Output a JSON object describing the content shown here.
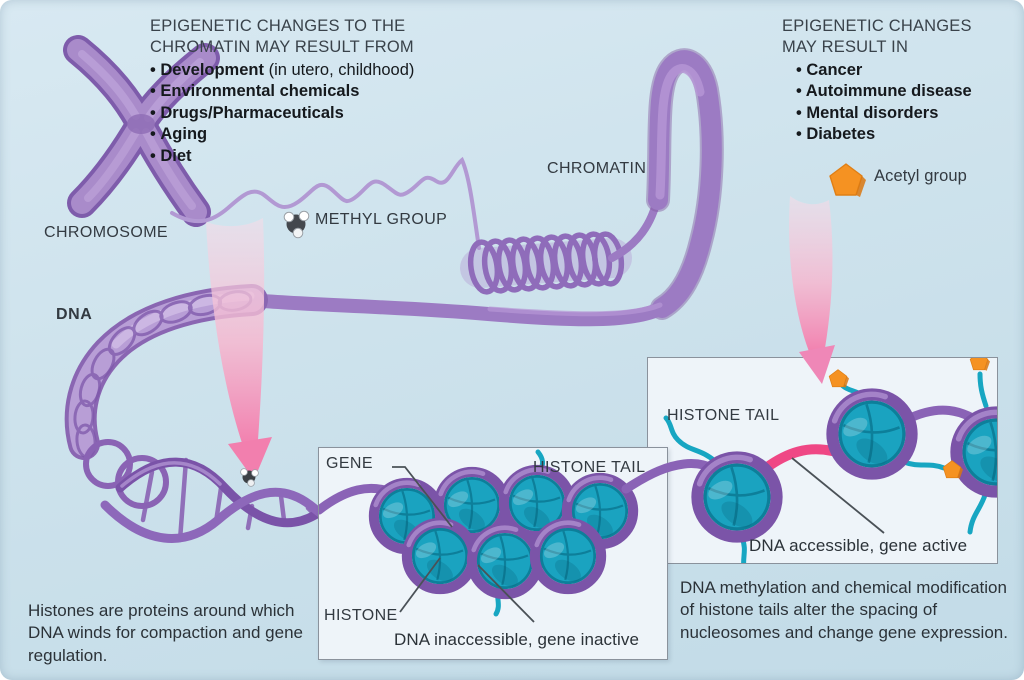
{
  "left_panel": {
    "heading_line1": "EPIGENETIC CHANGES TO THE",
    "heading_line2": "CHROMATIN MAY RESULT FROM",
    "bullets": [
      {
        "bold": "Development",
        "rest": " (in utero, childhood)"
      },
      {
        "bold": "Environmental chemicals",
        "rest": ""
      },
      {
        "bold": "Drugs/Pharmaceuticals",
        "rest": ""
      },
      {
        "bold": "Aging",
        "rest": ""
      },
      {
        "bold": "Diet",
        "rest": ""
      }
    ]
  },
  "right_panel": {
    "heading_line1": "EPIGENETIC CHANGES",
    "heading_line2": "MAY RESULT IN",
    "bullets": [
      "Cancer",
      "Autoimmune disease",
      "Mental disorders",
      "Diabetes"
    ]
  },
  "labels": {
    "chromosome": "CHROMOSOME",
    "chromatin": "CHROMATIN",
    "methyl_group": "METHYL GROUP",
    "dna": "DNA",
    "acetyl_group": "Acetyl group",
    "gene": "GENE",
    "histone": "HISTONE",
    "histone_tail_center": "HISTONE TAIL",
    "histone_tail_right": "HISTONE TAIL"
  },
  "inactive_box": {
    "caption": "DNA inaccessible, gene inactive"
  },
  "active_box": {
    "caption": "DNA accessible, gene active"
  },
  "captions": {
    "bottom_left": "Histones are proteins around which DNA winds for compaction and gene regulation.",
    "bottom_right": "DNA methylation and chemical modification of histone tails alter the spacing of nucleosomes and change gene expression."
  },
  "icons": {
    "methyl_icon": "gray-white molecule spheres",
    "acetyl_icon": "orange pentagon"
  },
  "colors": {
    "background": "#cde2ec",
    "dna_purple": "#8a63b6",
    "chromosome_purple": "#a98bca",
    "histone_teal": "#1aa3c0",
    "acetyl_orange": "#f59222",
    "gene_pink": "#ef4785",
    "arrow_pink": "#f48fb5",
    "box_background": "#eef4f9",
    "text_dark": "#333a41"
  }
}
